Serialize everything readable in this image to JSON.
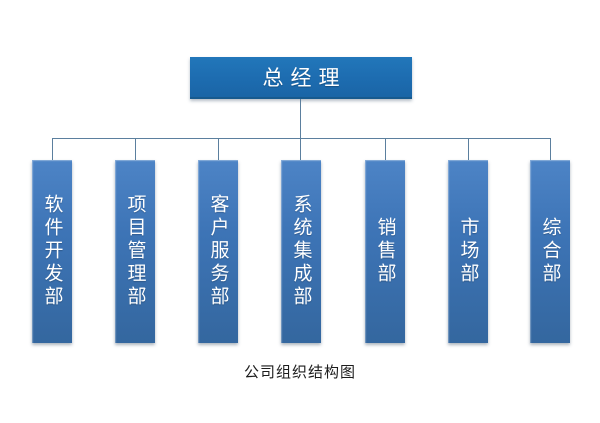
{
  "caption": "公司组织结构图",
  "root": {
    "label": "总经理"
  },
  "departments": [
    {
      "label": "软件开发部"
    },
    {
      "label": "项目管理部"
    },
    {
      "label": "客户服务部"
    },
    {
      "label": "系统集成部"
    },
    {
      "label": "销售部"
    },
    {
      "label": "市场部"
    },
    {
      "label": "综合部"
    }
  ],
  "colors": {
    "root_box": "#1d6cb0",
    "dept_box_top": "#4d84c6",
    "dept_box_bottom": "#34679f",
    "connector": "#5b7f9e",
    "node_text": "#ffffff",
    "caption_text": "#1c1c1c",
    "background": "#ffffff"
  }
}
